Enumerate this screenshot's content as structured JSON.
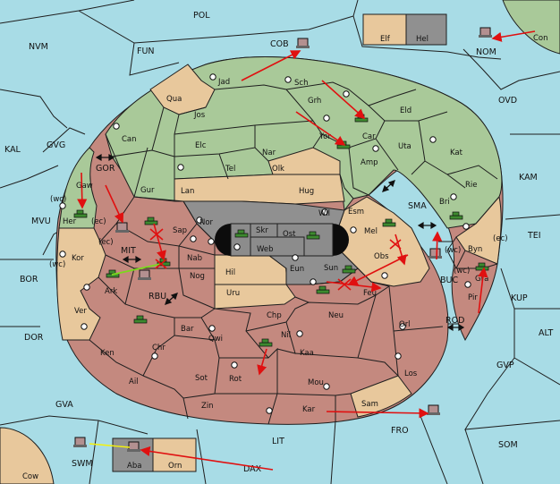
{
  "map": {
    "colors": {
      "sea": "#a8dce6",
      "land_green": "#a9c999",
      "land_tan": "#e8c89c",
      "land_rose": "#c4897f",
      "capital_grey": "#909090",
      "order_arrow": "#e01010",
      "support_line": "#7cd81e"
    },
    "sea_labels": {
      "pol": "POL",
      "nvm": "NVM",
      "fun": "FUN",
      "cob": "COB",
      "nom": "NOM",
      "ovd": "OVD",
      "kal": "KAL",
      "gvg": "GVG",
      "gor": "GOR",
      "kam": "KAM",
      "mvu": "MVU",
      "sma": "SMA",
      "tei": "TEI",
      "mit": "MIT",
      "bor": "BOR",
      "kup": "KUP",
      "rbu": "RBU",
      "buc": "BUC",
      "dor": "DOR",
      "rod": "ROD",
      "alt": "ALT",
      "gvp": "GVP",
      "gva": "GVA",
      "fro": "FRO",
      "som": "SOM",
      "lit": "LIT",
      "swm": "SWM",
      "dax": "DAX"
    },
    "land_labels": {
      "elf": "Elf",
      "hel": "Hel",
      "con": "Con",
      "jad": "Jad",
      "sch": "Sch",
      "qua": "Qua",
      "jos": "Jos",
      "grh": "Grh",
      "eld": "Eld",
      "can": "Can",
      "car": "Car",
      "yor": "Yor",
      "elc": "Elc",
      "nar": "Nar",
      "uta": "Uta",
      "amp": "Amp",
      "kat": "Kat",
      "tel": "Tel",
      "olk": "Olk",
      "gaw": "Gaw",
      "gur": "Gur",
      "lan": "Lan",
      "hug": "Hug",
      "rie": "Rie",
      "wil": "Wil",
      "esm": "Esm",
      "bri": "Bri",
      "her": "Her",
      "nor": "Nor",
      "skr": "Skr",
      "ost": "Ost",
      "web": "Web",
      "mel": "Mel",
      "sap": "Sap",
      "byn": "Byn",
      "kor": "Kor",
      "nab": "Nab",
      "hil": "Hil",
      "eun": "Eun",
      "sun": "Sun",
      "obs": "Obs",
      "nog": "Nog",
      "ark": "Ark",
      "uru": "Uru",
      "feu": "Feu",
      "gra": "Gra",
      "pir": "Pir",
      "ver": "Ver",
      "chp": "Chp",
      "neu": "Neu",
      "orl": "Orl",
      "bar": "Bar",
      "qwi": "Qwi",
      "nil": "Nil",
      "ken": "Ken",
      "chr": "Chr",
      "kaa": "Kaa",
      "los": "Los",
      "ail": "Ail",
      "sot": "Sot",
      "rot": "Rot",
      "mou": "Mou",
      "zin": "Zin",
      "kar": "Kar",
      "sam": "Sam",
      "aba": "Aba",
      "orn": "Orn",
      "cow": "Cow"
    },
    "coast_labels": {
      "wc": "(wc)",
      "ec": "(ec)"
    }
  }
}
